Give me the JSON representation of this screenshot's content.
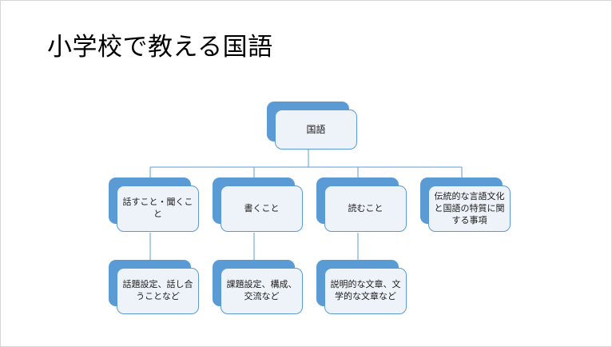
{
  "slide": {
    "title": "小学校で教える国語",
    "background_color": "#ffffff",
    "frame_border_color": "#d4d4d4"
  },
  "theme": {
    "accent_blue": "#5b9bd5",
    "card_fill": "#eef3fa",
    "card_border": "#5b9bd5",
    "connector_color": "#5b9bd5",
    "title_color": "#000000"
  },
  "chart_data": {
    "type": "diagram",
    "diagram_type": "organization-chart",
    "title": "小学校で教える国語",
    "nodes": [
      {
        "id": "root",
        "label": "国語",
        "level": 1,
        "parent": null
      },
      {
        "id": "speak",
        "label": "話すこと・聞くこと",
        "level": 2,
        "parent": "root"
      },
      {
        "id": "write",
        "label": "書くこと",
        "level": 2,
        "parent": "root"
      },
      {
        "id": "read",
        "label": "読むこと",
        "level": 2,
        "parent": "root"
      },
      {
        "id": "trad",
        "label": "伝統的な言語文化と国語の特質に関する事項",
        "level": 2,
        "parent": "root"
      },
      {
        "id": "speak2",
        "label": "話題設定、話し合うことなど",
        "level": 3,
        "parent": "speak"
      },
      {
        "id": "write2",
        "label": "課題設定、構成、交流など",
        "level": 3,
        "parent": "write"
      },
      {
        "id": "read2",
        "label": "説明的な文章、文学的な文章など",
        "level": 3,
        "parent": "read"
      }
    ],
    "edges": [
      {
        "from": "root",
        "to": "speak"
      },
      {
        "from": "root",
        "to": "write"
      },
      {
        "from": "root",
        "to": "read"
      },
      {
        "from": "root",
        "to": "trad"
      },
      {
        "from": "speak",
        "to": "speak2"
      },
      {
        "from": "write",
        "to": "write2"
      },
      {
        "from": "read",
        "to": "read2"
      }
    ]
  }
}
